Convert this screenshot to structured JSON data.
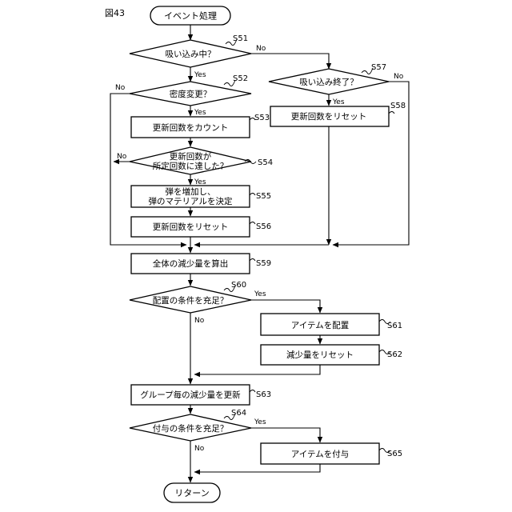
{
  "figure": {
    "label": "図43"
  },
  "nodes": {
    "start": "イベント処理",
    "d51": "吸い込み中？",
    "d52": "密度変更？",
    "p53": "更新回数をカウント",
    "d54_line1": "更新回数が",
    "d54_line2": "所定回数に達した？",
    "p55_line1": "弾を増加し、",
    "p55_line2": "弾のマテリアルを決定",
    "p56": "更新回数をリセット",
    "d57": "吸い込み終了？",
    "p58": "更新回数をリセット",
    "p59": "全体の減少量を算出",
    "d60": "配置の条件を充足？",
    "p61": "アイテムを配置",
    "p62": "減少量をリセット",
    "p63": "グループ毎の減少量を更新",
    "d64": "付与の条件を充足？",
    "p65": "アイテムを付与",
    "end": "リターン"
  },
  "steps": {
    "s51": "S51",
    "s52": "S52",
    "s53": "S53",
    "s54": "S54",
    "s55": "S55",
    "s56": "S56",
    "s57": "S57",
    "s58": "S58",
    "s59": "S59",
    "s60": "S60",
    "s61": "S61",
    "s62": "S62",
    "s63": "S63",
    "s64": "S64",
    "s65": "S65"
  },
  "branches": {
    "yes": "Yes",
    "no": "No"
  }
}
